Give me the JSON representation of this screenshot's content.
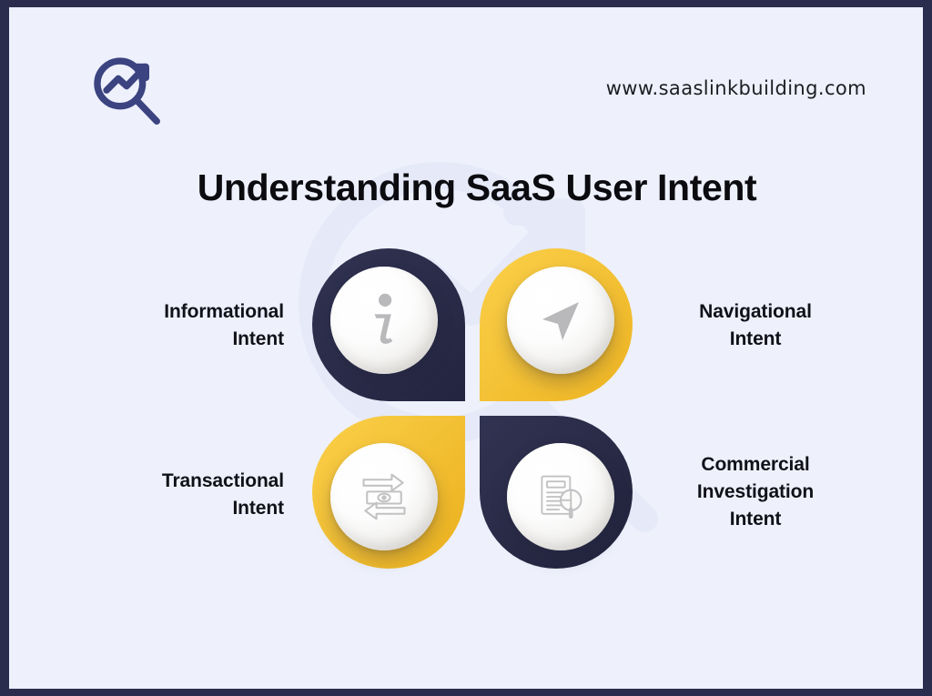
{
  "brand": {
    "logo_icon": "magnifier-growth-arrow-icon",
    "url": "www.saaslinkbuilding.com"
  },
  "header": {
    "title": "Understanding SaaS User Intent"
  },
  "colors": {
    "frame": "#2b2d4e",
    "background": "#eef1fc",
    "navy": "#2b2d4e",
    "yellow": "#f5c335",
    "text": "#111119",
    "icon_gray": "#b9b9bb"
  },
  "watermark": {
    "icon": "magnifier-growth-arrow-watermark"
  },
  "items": [
    {
      "key": "informational",
      "label_line1": "Informational",
      "label_line2": "Intent",
      "label_line3": "",
      "color": "navy",
      "icon": "info-letter-icon",
      "corner": "bottom-right",
      "position": "top-left"
    },
    {
      "key": "navigational",
      "label_line1": "Navigational",
      "label_line2": "Intent",
      "label_line3": "",
      "color": "yellow",
      "icon": "navigation-arrow-icon",
      "corner": "bottom-left",
      "position": "top-right"
    },
    {
      "key": "transactional",
      "label_line1": "Transactional",
      "label_line2": "Intent",
      "label_line3": "",
      "color": "yellow",
      "icon": "money-transfer-icon",
      "corner": "top-right",
      "position": "bottom-left"
    },
    {
      "key": "commercial-investigation",
      "label_line1": "Commercial",
      "label_line2": "Investigation",
      "label_line3": "Intent",
      "color": "navy",
      "icon": "document-magnifier-icon",
      "corner": "top-left",
      "position": "bottom-right"
    }
  ]
}
